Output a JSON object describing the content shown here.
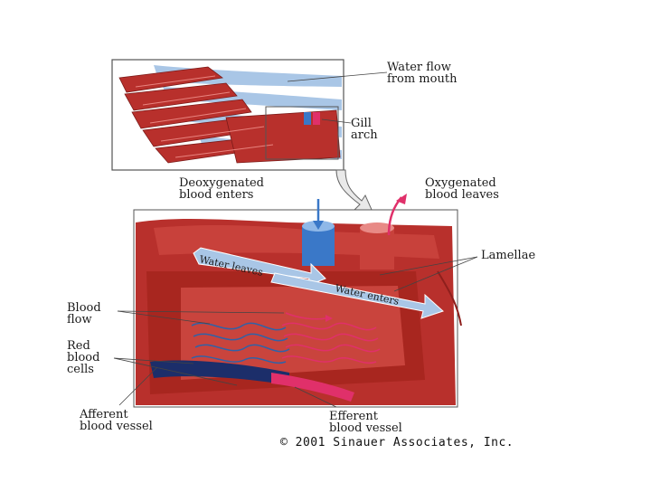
{
  "labels": {
    "water_flow": [
      "Water flow",
      "from mouth"
    ],
    "gill_arch": [
      "Gill",
      "arch"
    ],
    "deoxygenated": [
      "Deoxygenated",
      "blood enters"
    ],
    "oxygenated": [
      "Oxygenated",
      "blood leaves"
    ],
    "lamellae": "Lamellae",
    "blood_flow": [
      "Blood",
      "flow"
    ],
    "red_blood_cells": [
      "Red",
      "blood",
      "cells"
    ],
    "afferent": [
      "Afferent",
      "blood vessel"
    ],
    "efferent": [
      "Efferent",
      "blood vessel"
    ],
    "water_leaves": "Water leaves",
    "water_enters": "Water enters"
  },
  "credit": "© 2001 Sinauer Associates, Inc.",
  "colors": {
    "tissue": "#b8302c",
    "tissue_dark": "#8e1f1c",
    "water": "#a9c6e6",
    "deoxygenated_blood": "#3a78c8",
    "oxygenated_blood": "#e0306a"
  }
}
